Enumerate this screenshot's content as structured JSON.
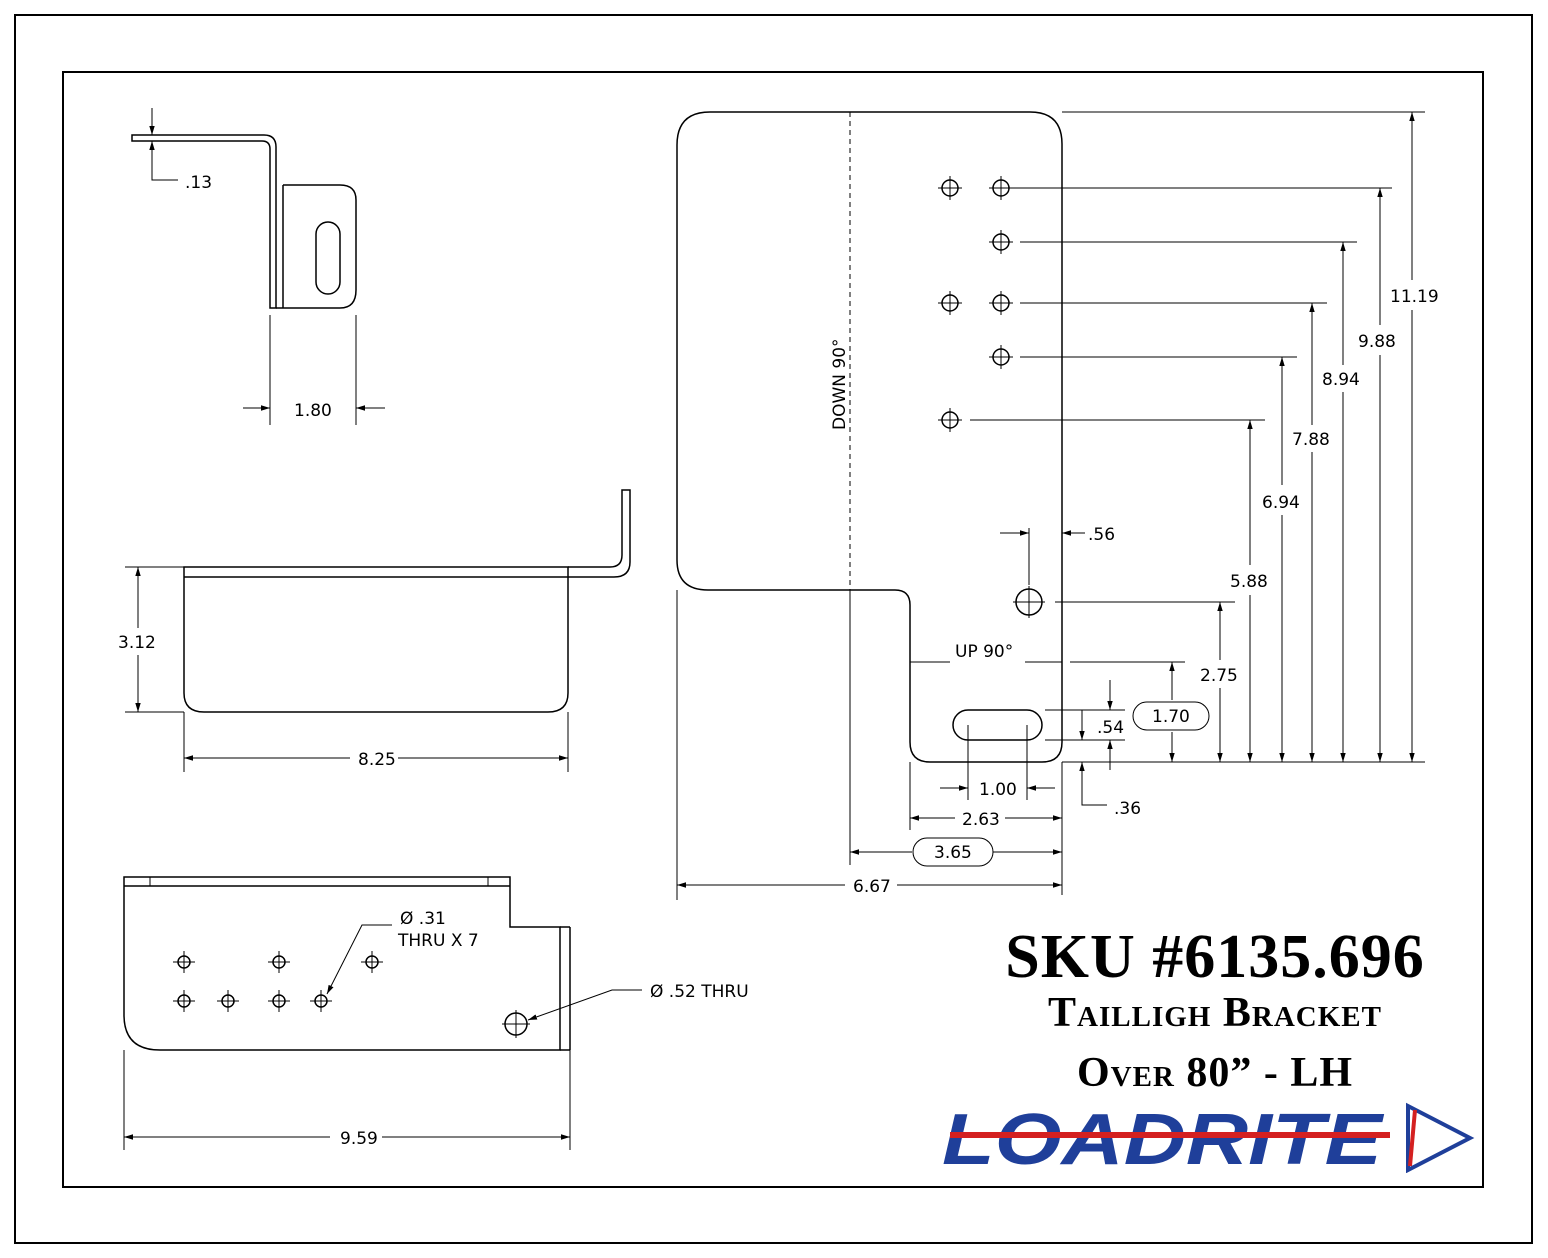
{
  "title": {
    "sku": "SKU #6135.696",
    "line1": "Tailligh Bracket",
    "line2": "Over 80” - LH"
  },
  "logo": {
    "text": "LOADRITE",
    "colors": {
      "text": "#1f3f9a",
      "stripe": "#d42020"
    }
  },
  "views": {
    "side_top": {
      "thickness": ".13",
      "width": "1.80"
    },
    "front": {
      "height": "3.12",
      "length": "8.25"
    },
    "bottom": {
      "hole_note_1": "Ø .31",
      "hole_note_2": "THRU X 7",
      "big_hole_note": "Ø .52 THRU",
      "length": "9.59"
    },
    "flat": {
      "down_label": "DOWN 90°",
      "up_label": "UP  90°",
      "dims_vertical": [
        "11.19",
        "9.88",
        "8.94",
        "7.88",
        "6.94",
        "5.88",
        "2.75"
      ],
      "dim_056": ".56",
      "dim_170": "1.70",
      "dim_054": ".54",
      "dim_036": ".36",
      "dim_100": "1.00",
      "dim_263": "2.63",
      "dim_365": "3.65",
      "dim_667": "6.67"
    }
  }
}
